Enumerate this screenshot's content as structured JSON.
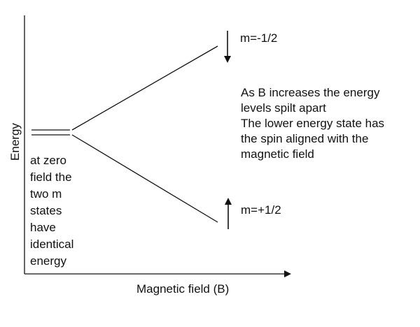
{
  "axes": {
    "y_label": "Energy",
    "x_label": "Magnetic field (B)"
  },
  "levels": {
    "upper_label": "m=-1/2",
    "lower_label": "m=+1/2"
  },
  "notes": {
    "zero_field": [
      "at zero",
      "field the",
      "two m",
      "states",
      "have",
      "identical",
      "energy"
    ],
    "explanation": [
      "As B increases the energy",
      "levels spilt apart",
      "The lower energy state has",
      "the spin aligned with the",
      "magnetic field"
    ]
  },
  "colors": {
    "ink": "#111111",
    "background": "#ffffff"
  }
}
